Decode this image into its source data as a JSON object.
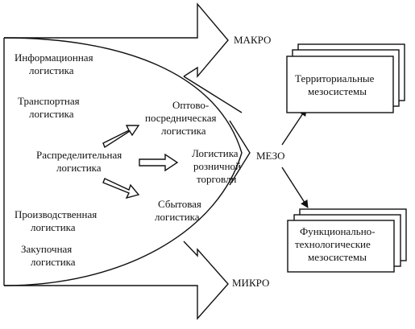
{
  "levels": {
    "macro": "МАКРО",
    "meso": "МЕЗО",
    "micro": "МИКРО"
  },
  "left_items": [
    [
      "Информационная",
      "логистика"
    ],
    [
      "Транспортная",
      "логистика"
    ],
    [
      "Распределительная",
      "логистика"
    ],
    [
      "Производственная",
      "логистика"
    ],
    [
      "Закупочная",
      "логистика"
    ]
  ],
  "inner_items": [
    [
      "Оптово-",
      "посредническая",
      "логистика"
    ],
    [
      "Логистика",
      "розничной",
      "торговли"
    ],
    [
      "Сбытовая",
      "логистика"
    ]
  ],
  "boxes": {
    "top": [
      "Территориальные",
      "мезосистемы"
    ],
    "bottom": [
      "Функционально-",
      "технологические",
      "мезосистемы"
    ]
  }
}
